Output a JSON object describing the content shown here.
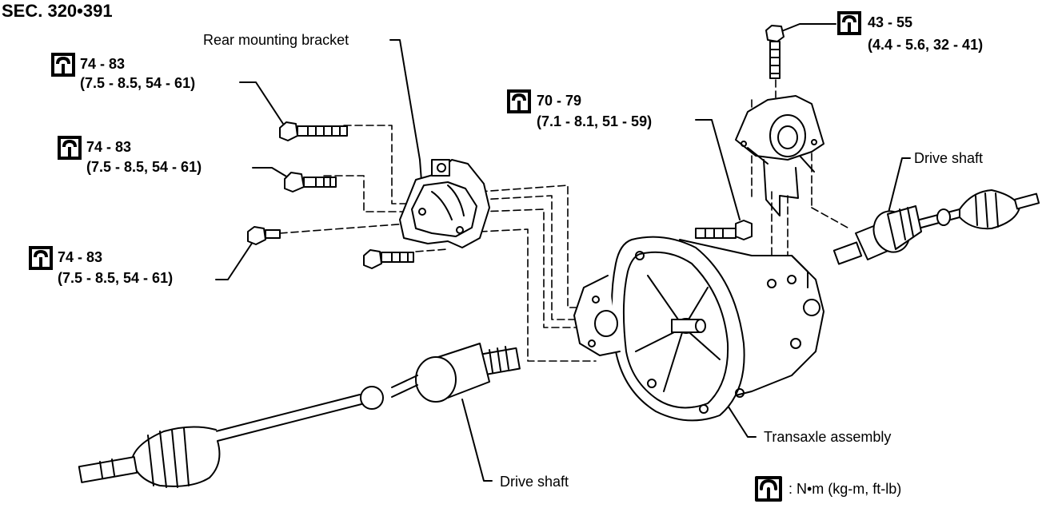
{
  "section_code": "SEC. 320•391",
  "labels": {
    "rear_mounting_bracket": "Rear mounting bracket",
    "drive_shaft_right": "Drive shaft",
    "drive_shaft_left": "Drive shaft",
    "transaxle_assembly": "Transaxle assembly"
  },
  "torques": {
    "t1": {
      "value": "74 - 83",
      "alt": "(7.5 - 8.5, 54 - 61)"
    },
    "t2": {
      "value": "74 - 83",
      "alt": "(7.5 - 8.5, 54 - 61)"
    },
    "t3": {
      "value": "74 - 83",
      "alt": "(7.5 - 8.5, 54 - 61)"
    },
    "t4": {
      "value": "70 - 79",
      "alt": "(7.1 - 8.1, 51 - 59)"
    },
    "t5": {
      "value": "43 - 55",
      "alt": "(4.4 - 5.6, 32 - 41)"
    }
  },
  "legend": {
    "text": ":  N•m  (kg-m,  ft-lb)",
    "icon": "torque-wrench-icon"
  }
}
